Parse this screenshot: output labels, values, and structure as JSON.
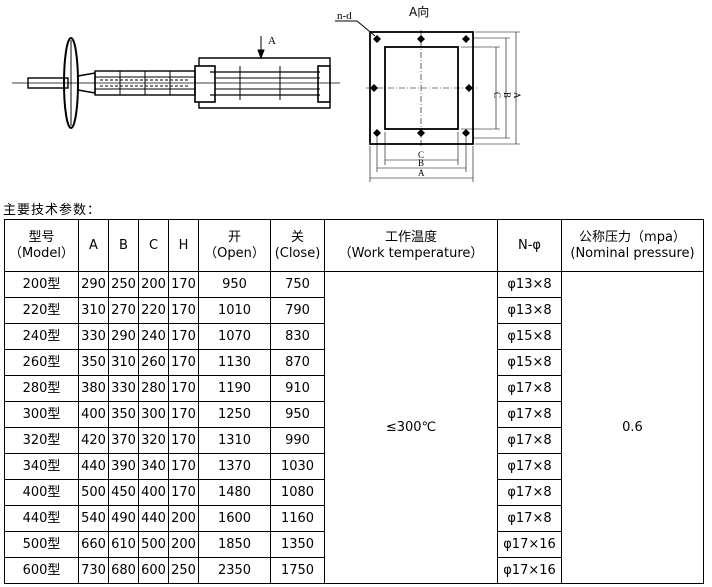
{
  "drawing": {
    "arrow_label": "A",
    "view_label": "A向",
    "hole_label": "n-d",
    "dim_a": "A",
    "dim_b": "B",
    "dim_c": "C"
  },
  "section_title": "主要技术参数：",
  "table": {
    "headers": {
      "model_cn": "型号",
      "model_en": "（Model）",
      "a": "A",
      "b": "B",
      "c": "C",
      "h": "H",
      "open_cn": "开",
      "open_en": "（Open）",
      "close_cn": "关",
      "close_en": "(Close)",
      "temp_cn": "工作温度",
      "temp_en": "（Work temperature）",
      "nphi": "N-φ",
      "pressure_cn": "公称压力（mpa）",
      "pressure_en": "(Nominal pressure)"
    },
    "rows": [
      {
        "model": "200型",
        "a": "290",
        "b": "250",
        "c": "200",
        "h": "170",
        "open": "950",
        "close": "750",
        "nphi": "φ13×8"
      },
      {
        "model": "220型",
        "a": "310",
        "b": "270",
        "c": "220",
        "h": "170",
        "open": "1010",
        "close": "790",
        "nphi": "φ13×8"
      },
      {
        "model": "240型",
        "a": "330",
        "b": "290",
        "c": "240",
        "h": "170",
        "open": "1070",
        "close": "830",
        "nphi": "φ15×8"
      },
      {
        "model": "260型",
        "a": "350",
        "b": "310",
        "c": "260",
        "h": "170",
        "open": "1130",
        "close": "870",
        "nphi": "φ15×8"
      },
      {
        "model": "280型",
        "a": "380",
        "b": "330",
        "c": "280",
        "h": "170",
        "open": "1190",
        "close": "910",
        "nphi": "φ17×8"
      },
      {
        "model": "300型",
        "a": "400",
        "b": "350",
        "c": "300",
        "h": "170",
        "open": "1250",
        "close": "950",
        "nphi": "φ17×8"
      },
      {
        "model": "320型",
        "a": "420",
        "b": "370",
        "c": "320",
        "h": "170",
        "open": "1310",
        "close": "990",
        "nphi": "φ17×8"
      },
      {
        "model": "340型",
        "a": "440",
        "b": "390",
        "c": "340",
        "h": "170",
        "open": "1370",
        "close": "1030",
        "nphi": "φ17×8"
      },
      {
        "model": "400型",
        "a": "500",
        "b": "450",
        "c": "400",
        "h": "170",
        "open": "1480",
        "close": "1080",
        "nphi": "φ17×8"
      },
      {
        "model": "440型",
        "a": "540",
        "b": "490",
        "c": "440",
        "h": "200",
        "open": "1600",
        "close": "1160",
        "nphi": "φ17×8"
      },
      {
        "model": "500型",
        "a": "660",
        "b": "610",
        "c": "500",
        "h": "200",
        "open": "1850",
        "close": "1350",
        "nphi": "φ17×16"
      },
      {
        "model": "600型",
        "a": "730",
        "b": "680",
        "c": "600",
        "h": "250",
        "open": "2350",
        "close": "1750",
        "nphi": "φ17×16"
      }
    ],
    "work_temperature": "≤300℃",
    "nominal_pressure": "0.6"
  }
}
